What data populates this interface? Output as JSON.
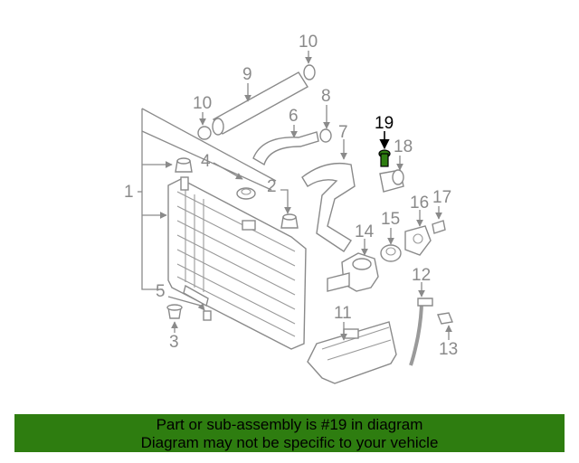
{
  "highlight_color": "#2e7d10",
  "highlighted_part": "19",
  "callouts": {
    "c1": "1",
    "c2": "2",
    "c3": "3",
    "c4": "4",
    "c5": "5",
    "c6": "6",
    "c7": "7",
    "c8": "8",
    "c9": "9",
    "c10a": "10",
    "c10b": "10",
    "c11": "11",
    "c12": "12",
    "c13": "13",
    "c14": "14",
    "c15": "15",
    "c16": "16",
    "c17": "17",
    "c18": "18",
    "c19": "19"
  },
  "banner": {
    "line1": "Part or sub-assembly is #19 in diagram",
    "line2": "Diagram may not be specific to your vehicle"
  }
}
